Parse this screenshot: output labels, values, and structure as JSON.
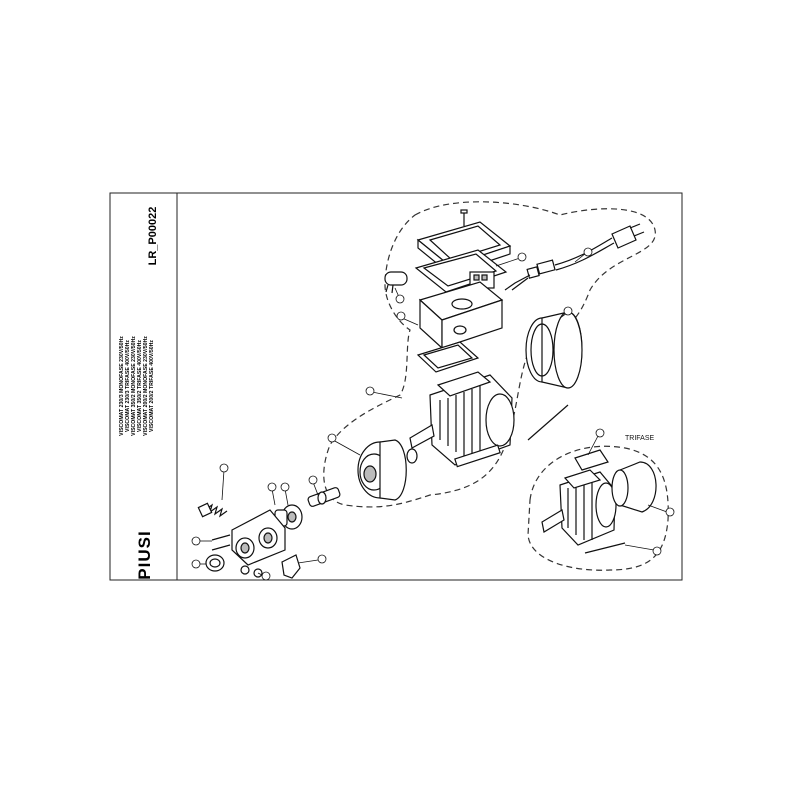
{
  "brand": "PIUSI",
  "drawing_code": "LR_P00022",
  "model_lines": [
    "VISCOMAT 230/3 MONOFASE 230V/50Hz",
    "VISCOMAT 230/3 TRIFASE 400V/50Hz",
    "VISCOMAT 350/2 MONOFASE 230V/50Hz",
    "VISCOMAT 350/2 TRIFASE 400V/50Hz",
    "VISCOMAT 200/2 MONOFASE 230V/50Hz",
    "VISCOMAT 200/2 TRIFASE 400V/50Hz"
  ],
  "trifase_label": "TRIFASE",
  "colors": {
    "line": "#111111",
    "background": "#ffffff",
    "dashed_group": "#333333"
  }
}
